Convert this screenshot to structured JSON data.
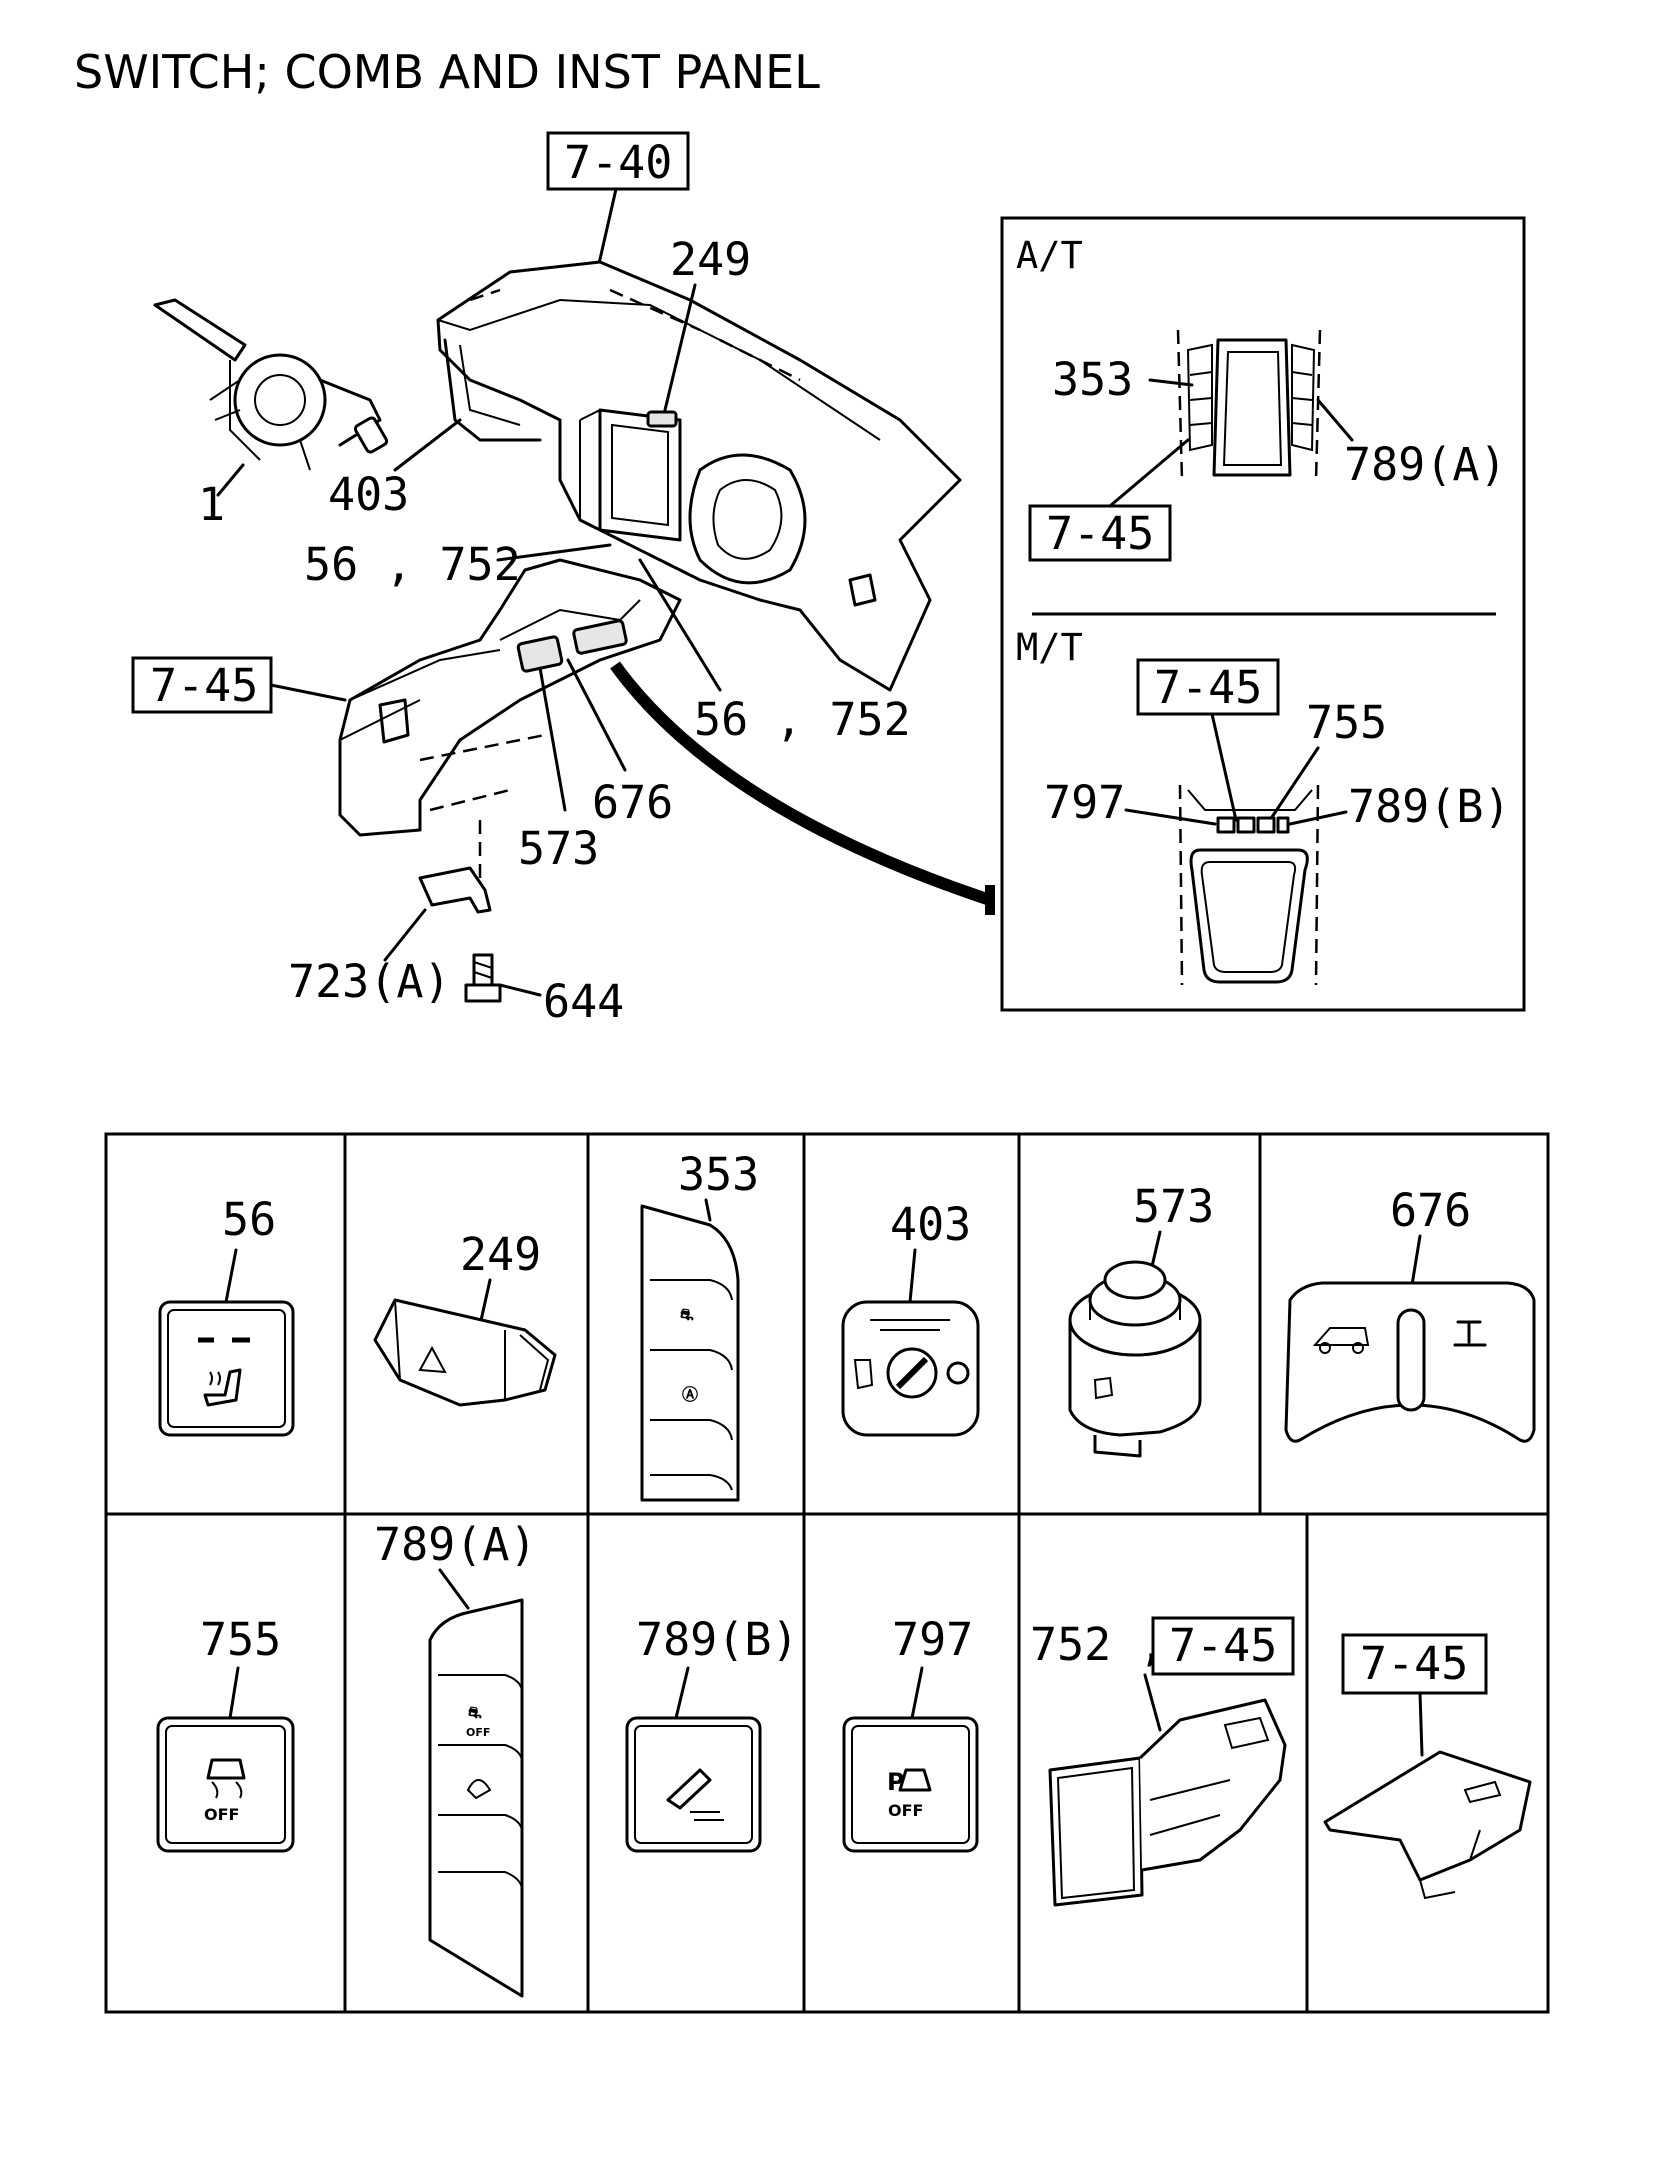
{
  "title": "SWITCH; COMB AND INST PANEL",
  "overview": {
    "callouts": {
      "ref_7_40": "7-40",
      "p249": "249",
      "p1": "1",
      "p403": "403",
      "p56_752_a": "56 , 752",
      "ref_7_45": "7-45",
      "p56_752_b": "56 , 752",
      "p676": "676",
      "p573": "573",
      "p723a": "723(A)",
      "p644": "644"
    }
  },
  "inset": {
    "at": {
      "heading": "A/T",
      "p353": "353",
      "p789a": "789(A)",
      "ref_7_45": "7-45"
    },
    "mt": {
      "heading": "M/T",
      "ref_7_45": "7-45",
      "p755": "755",
      "p797": "797",
      "p789b": "789(B)"
    }
  },
  "parts_grid": {
    "row1": [
      {
        "label": "56"
      },
      {
        "label": "249"
      },
      {
        "label": "353"
      },
      {
        "label": "403"
      },
      {
        "label": "573"
      },
      {
        "label": "676"
      }
    ],
    "row2": [
      {
        "label": "755",
        "icon_text": "OFF"
      },
      {
        "label": "789(A)",
        "icon_text": "OFF"
      },
      {
        "label": "789(B)"
      },
      {
        "label": "797",
        "icon_text": "OFF"
      },
      {
        "label": "752 ,",
        "ref": "7-45"
      },
      {
        "ref": "7-45"
      }
    ]
  }
}
